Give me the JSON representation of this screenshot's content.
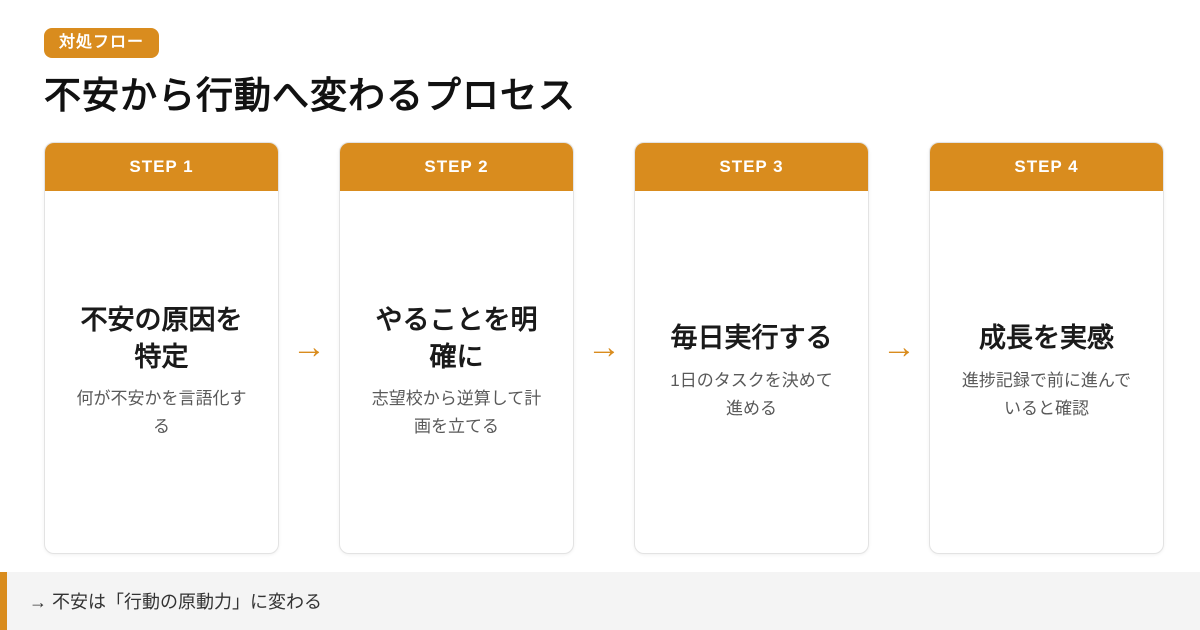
{
  "page": {
    "badge": "対処フロー",
    "title": "不安から行動へ変わるプロセス",
    "arrow_glyph": "→",
    "footer_note": "→ 不安は「行動の原動力」に変わる"
  },
  "colors": {
    "accent": "#D98C1E",
    "footer_bg": "#F4F4F4",
    "card_border": "#E3E3E3",
    "card_title_text": "#1A1A1A",
    "card_desc_text": "#595959",
    "footer_text": "#333333"
  },
  "steps": [
    {
      "label": "STEP 1",
      "title": "不安の原因を特定",
      "desc": "何が不安かを言語化する"
    },
    {
      "label": "STEP 2",
      "title": "やることを明確に",
      "desc": "志望校から逆算して計画を立てる"
    },
    {
      "label": "STEP 3",
      "title": "毎日実行する",
      "desc": "1日のタスクを決めて進める"
    },
    {
      "label": "STEP 4",
      "title": "成長を実感",
      "desc": "進捗記録で前に進んでいると確認"
    }
  ]
}
